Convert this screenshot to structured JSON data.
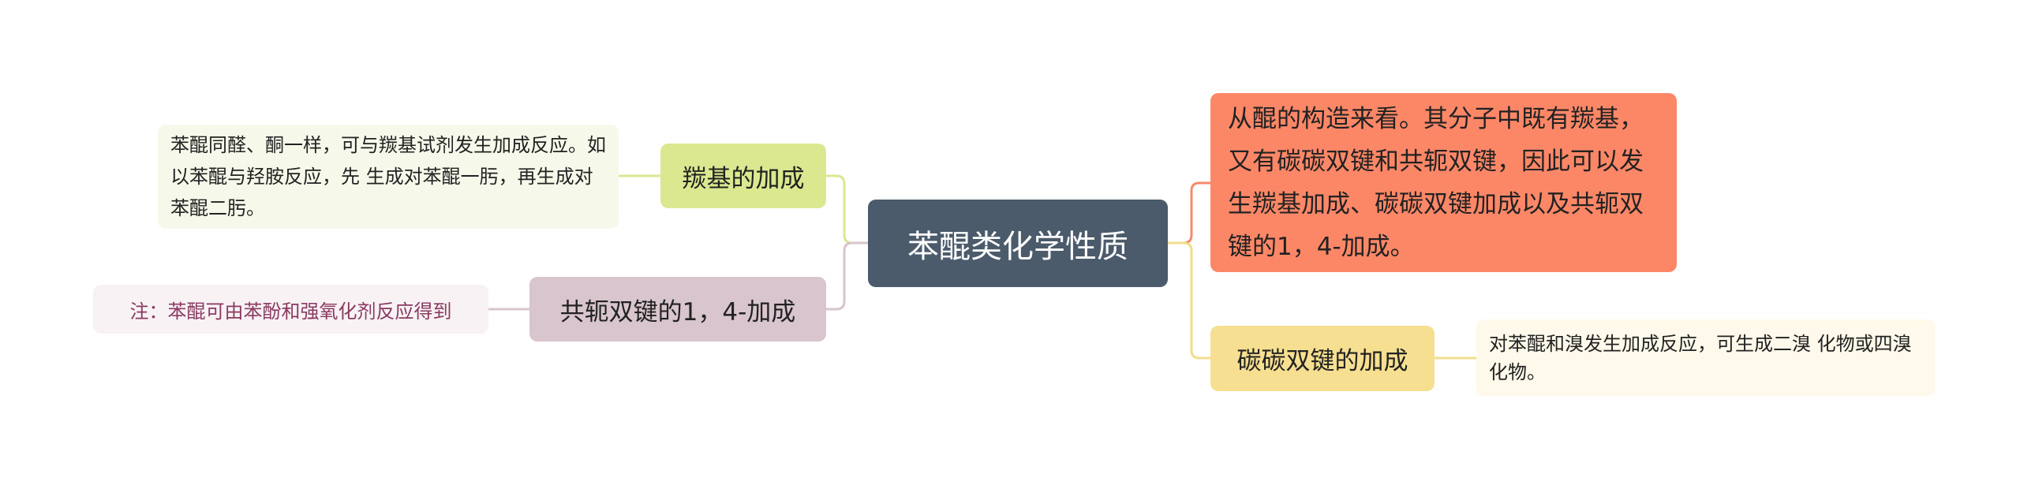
{
  "root": {
    "label": "苯醌类化学性质",
    "color": "#4b5b6b"
  },
  "right": [
    {
      "label": "从醌的构造来看。其分子中既有羰基，又有碳碳双键和共轭双键，因此可以发生羰基加成、碳碳双键加成以及共轭双键的1，4-加成。",
      "color": "#fc8767"
    },
    {
      "label": "碳碳双键的加成",
      "color": "#f6df90",
      "note": "对苯醌和溴发生加成反应，可生成二溴 化物或四溴 化物。"
    }
  ],
  "left": [
    {
      "label": "羰基的加成",
      "color": "#dbe890",
      "note": "苯醌同醛、酮一样，可与羰基试剂发生加成反应。如以苯醌与羟胺反应，先 生成对苯醌一肟，再生成对苯醌二肟。"
    },
    {
      "label": "共轭双键的1，4-加成",
      "color": "#d8c5cd",
      "note": "注：苯醌可由苯酚和强氧化剂反应得到"
    }
  ]
}
